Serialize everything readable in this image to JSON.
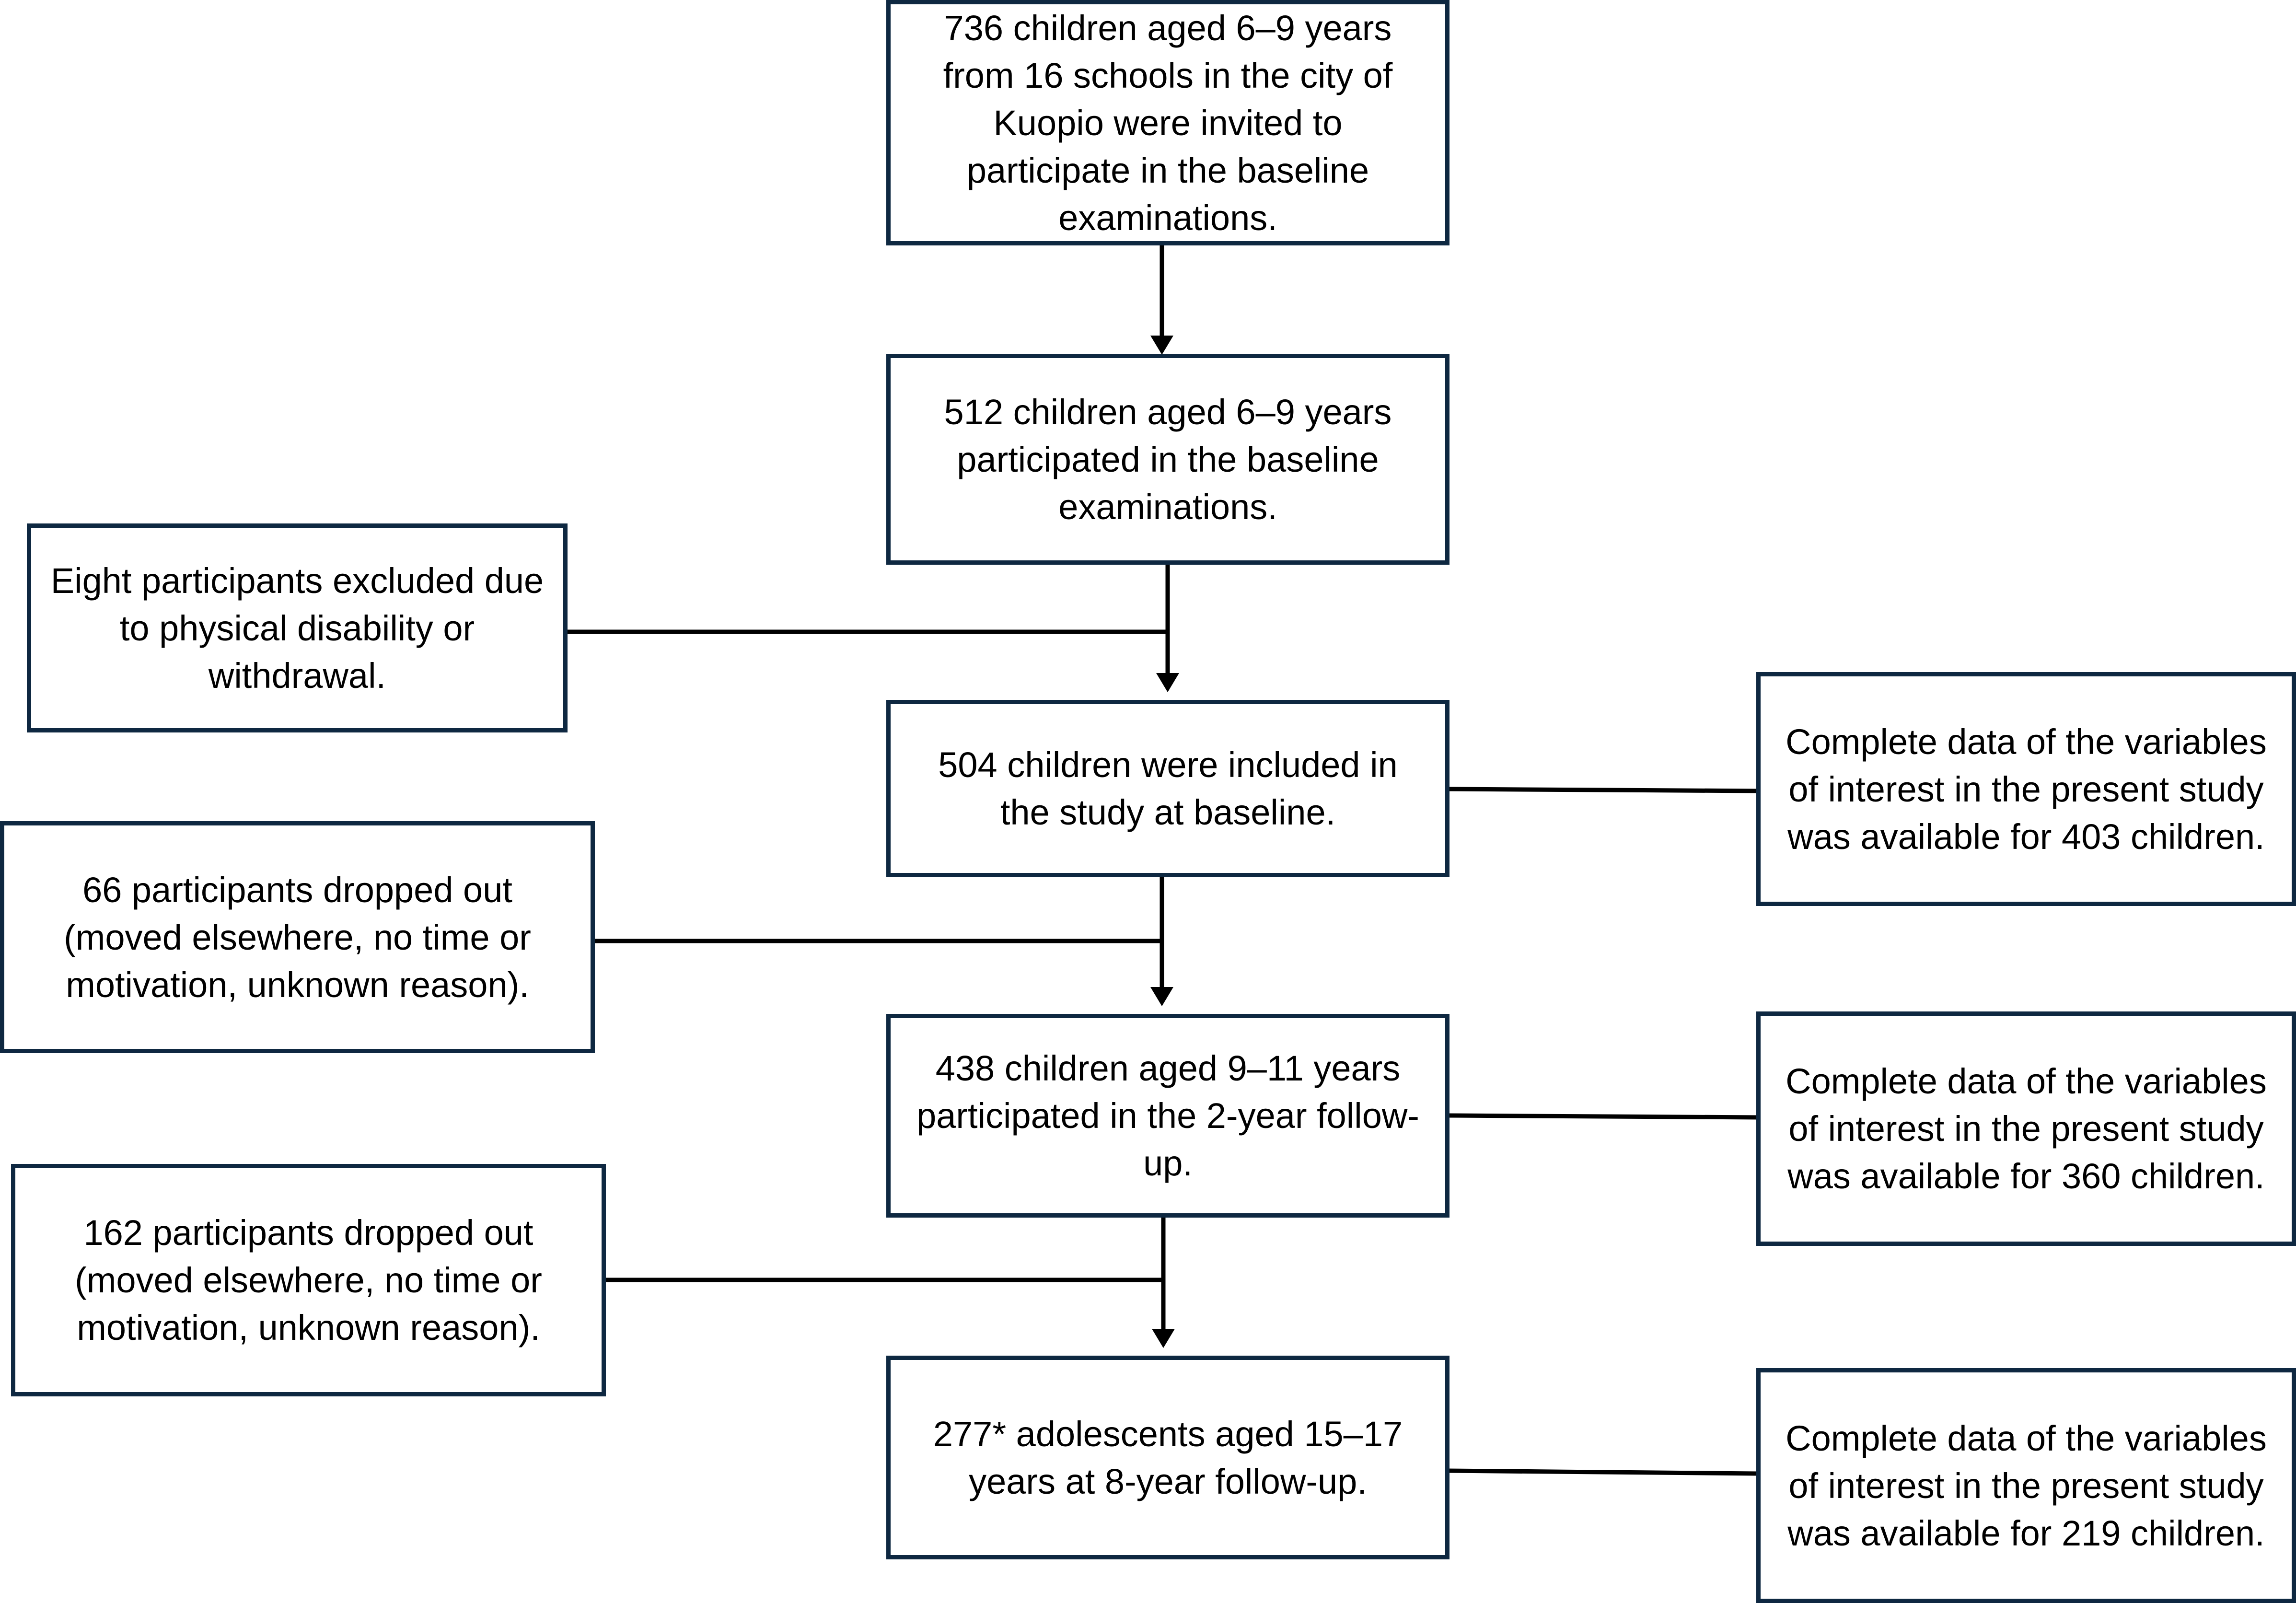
{
  "flow": {
    "main": [
      "736 children aged 6–9 years from 16 schools in the city of Kuopio were invited to participate in the baseline examinations.",
      "512 children aged 6–9 years participated in the baseline examinations.",
      "504 children were included in the study at baseline.",
      "438 children aged 9–11 years participated in the 2-year follow-up.",
      "277* adolescents aged 15–17 years at 8-year follow-up."
    ],
    "exclusions": [
      "Eight participants excluded due to physical disability or withdrawal.",
      "66 participants dropped out (moved elsewhere, no time or motivation, unknown reason).",
      "162 participants dropped out (moved elsewhere, no time or motivation, unknown reason)."
    ],
    "complete_data": [
      "Complete data of the variables of interest in the present study was available for 403 children.",
      "Complete data of the variables of interest in the present study was available for 360 children.",
      "Complete data of the variables of interest in the present study was available for 219 children."
    ]
  },
  "colors": {
    "box_border": "#0e2841",
    "line": "#000000"
  }
}
